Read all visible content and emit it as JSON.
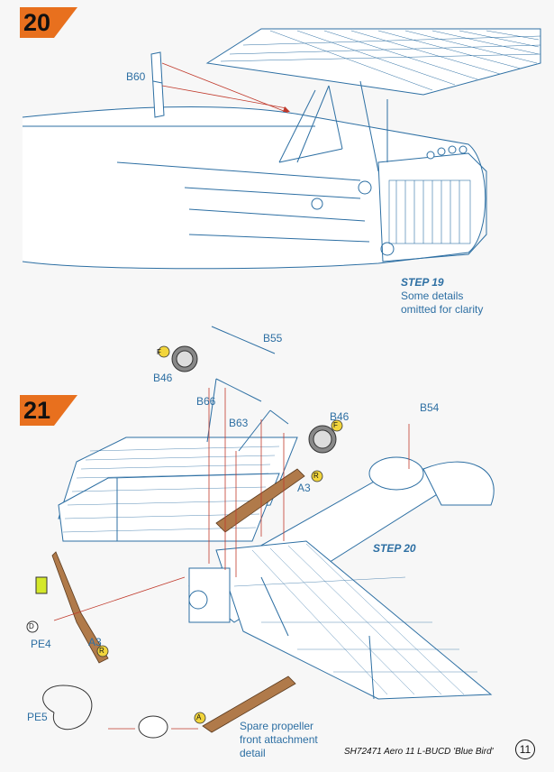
{
  "steps": {
    "step20": {
      "number": "20"
    },
    "step21": {
      "number": "21"
    }
  },
  "labels": {
    "b60": "B60",
    "b55": "B55",
    "b46_left": "B46",
    "b66": "B66",
    "b46_right": "B46",
    "b63": "B63",
    "b54": "B54",
    "a3_upper": "A3",
    "a3_lower": "A3",
    "pe4": "PE4",
    "pe5": "PE5"
  },
  "glue_markers": {
    "f_left": "F",
    "f_right": "F",
    "r_upper": "R",
    "r_lower": "R",
    "d_pe4": "D",
    "a_spare": "A"
  },
  "notes": {
    "step19_ref": {
      "heading": "STEP 19",
      "line1": "Some details",
      "line2": "omitted for clarity"
    },
    "step20_ref": "STEP 20",
    "spare_prop": {
      "line1": "Spare propeller",
      "line2": "front attachment",
      "line3": "detail"
    }
  },
  "footer": {
    "text": "SH72471 Aero 11 L-BUCD 'Blue Bird'",
    "page_number": "11"
  },
  "colors": {
    "line": "#2d6fa3",
    "arrow": "#c0392b",
    "badge": "#e8701e",
    "prop": "#b07a4a"
  }
}
